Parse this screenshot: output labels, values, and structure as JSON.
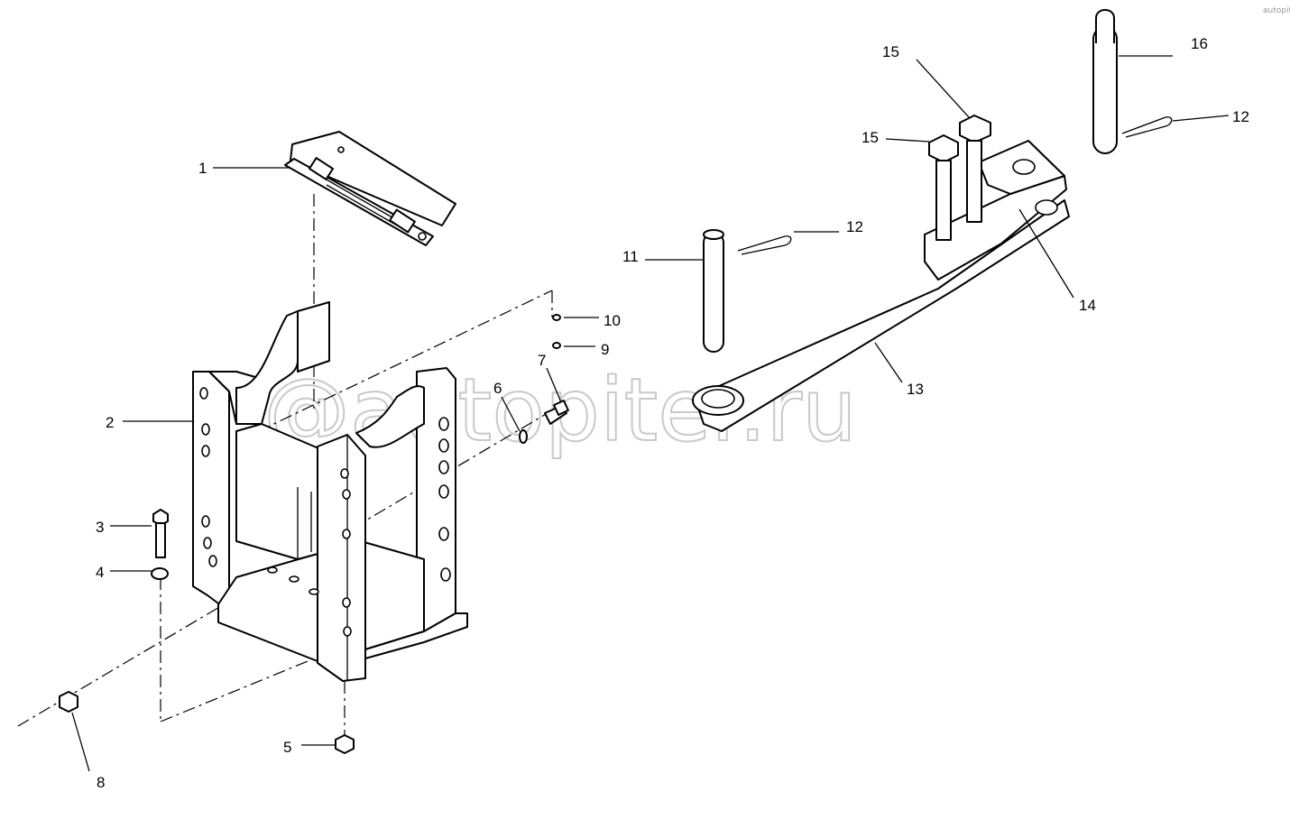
{
  "watermark": "@autopiter.ru",
  "corner_mark": "autopiter.ru",
  "callouts": [
    {
      "id": "c1",
      "label": "1"
    },
    {
      "id": "c2",
      "label": "2"
    },
    {
      "id": "c3",
      "label": "3"
    },
    {
      "id": "c4",
      "label": "4"
    },
    {
      "id": "c5",
      "label": "5"
    },
    {
      "id": "c6",
      "label": "6"
    },
    {
      "id": "c7",
      "label": "7"
    },
    {
      "id": "c8",
      "label": "8"
    },
    {
      "id": "c9",
      "label": "9"
    },
    {
      "id": "c10",
      "label": "10"
    },
    {
      "id": "c11",
      "label": "11"
    },
    {
      "id": "c12a",
      "label": "12"
    },
    {
      "id": "c12b",
      "label": "12"
    },
    {
      "id": "c13",
      "label": "13"
    },
    {
      "id": "c14",
      "label": "14"
    },
    {
      "id": "c15a",
      "label": "15"
    },
    {
      "id": "c15b",
      "label": "15"
    },
    {
      "id": "c16",
      "label": "16"
    }
  ]
}
